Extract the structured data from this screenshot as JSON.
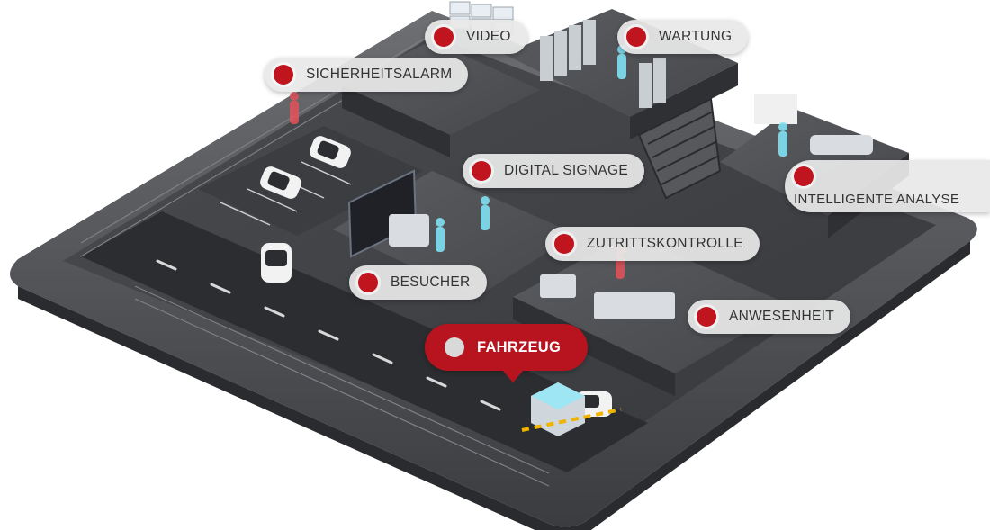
{
  "colors": {
    "accent": "#c0141f",
    "active_bg": "#b8141f",
    "active_dot": "#d9d9d9",
    "pill_bg": "#e8e8e8",
    "text": "#333333"
  },
  "hotspots": [
    {
      "id": "video",
      "label": "VIDEO",
      "active": false
    },
    {
      "id": "wartung",
      "label": "WARTUNG",
      "active": false
    },
    {
      "id": "sicherheitsalarm",
      "label": "SICHERHEITSALARM",
      "active": false
    },
    {
      "id": "digital-signage",
      "label": "DIGITAL SIGNAGE",
      "active": false
    },
    {
      "id": "intelligente-analyse",
      "label": "INTELLIGENTE ANALYSE",
      "active": false
    },
    {
      "id": "zutrittskontrolle",
      "label": "ZUTRITTSKONTROLLE",
      "active": false
    },
    {
      "id": "besucher",
      "label": "BESUCHER",
      "active": false
    },
    {
      "id": "anwesenheit",
      "label": "ANWESENHEIT",
      "active": false
    },
    {
      "id": "fahrzeug",
      "label": "FAHRZEUG",
      "active": true
    }
  ]
}
